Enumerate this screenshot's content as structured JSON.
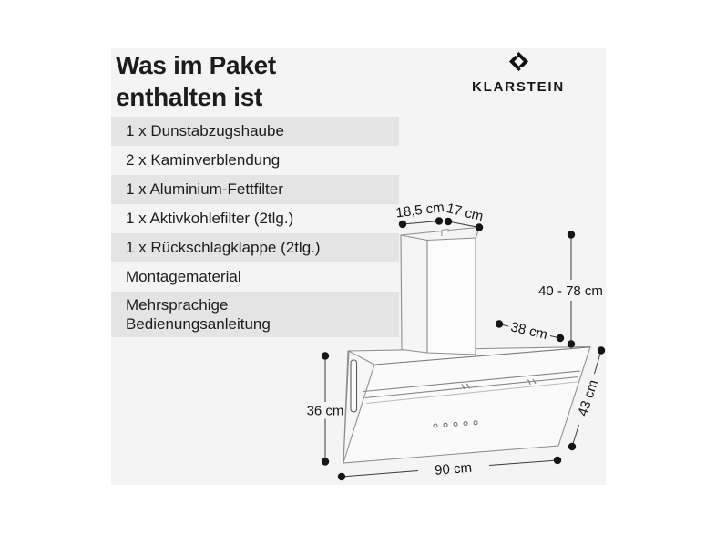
{
  "page": {
    "background": "#ffffff",
    "canvas_background": "#f4f4f4",
    "row_highlight_color": "#e4e4e4"
  },
  "header": {
    "title_line1": "Was im Paket",
    "title_line2": "enthalten ist",
    "brand": {
      "name": "KLARSTEIN",
      "icon": "klarstein-diamond-icon",
      "icon_color": "#111111"
    }
  },
  "package_list": {
    "items": [
      {
        "label": "1 x Dunstabzugshaube"
      },
      {
        "label": "2 x Kaminverblendung"
      },
      {
        "label": "1 x Aluminium-Fettfilter"
      },
      {
        "label": "1 x Aktivkohlefilter (2tlg.)"
      },
      {
        "label": "1 x Rückschlagklappe (2tlg.)"
      },
      {
        "label": "Montagematerial"
      },
      {
        "label": "Mehrsprachige Bedienungsanleitung"
      }
    ]
  },
  "diagram": {
    "dimension_labels": {
      "chimney_front_width": "18,5 cm",
      "chimney_side_depth": "17 cm",
      "chimney_height_range": "40 - 78 cm",
      "top_depth": "38 cm",
      "body_height": "36 cm",
      "body_width": "90 cm",
      "glass_front_height": "43 cm"
    }
  }
}
